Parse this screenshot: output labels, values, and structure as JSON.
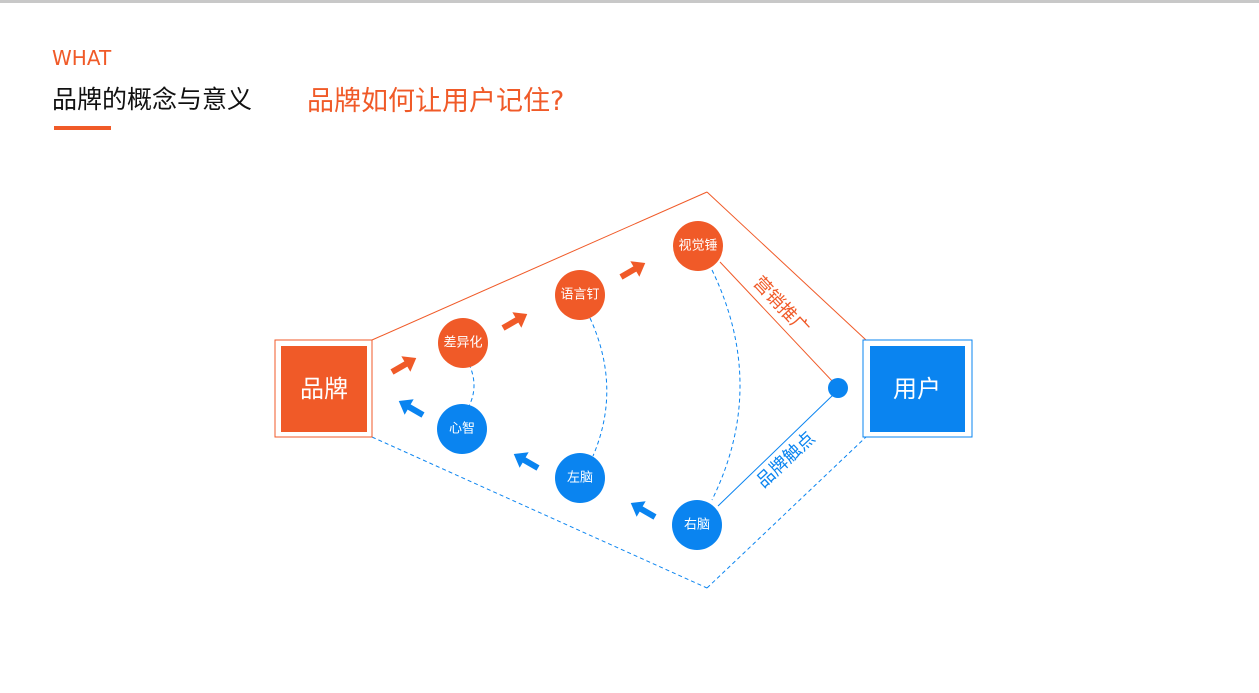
{
  "header": {
    "kicker": "WHAT",
    "section_title": "品牌的概念与意义",
    "question": "品牌如何让用户记住?"
  },
  "diagram": {
    "brand_box": "品牌",
    "user_box": "用户",
    "top_nodes": [
      "差异化",
      "语言钉",
      "视觉锤"
    ],
    "bottom_nodes": [
      "心智",
      "左脑",
      "右脑"
    ],
    "marketing_label": "营销推广",
    "touchpoint_label": "品牌触点"
  },
  "colors": {
    "orange": "#f05a28",
    "blue": "#0a84f0"
  }
}
